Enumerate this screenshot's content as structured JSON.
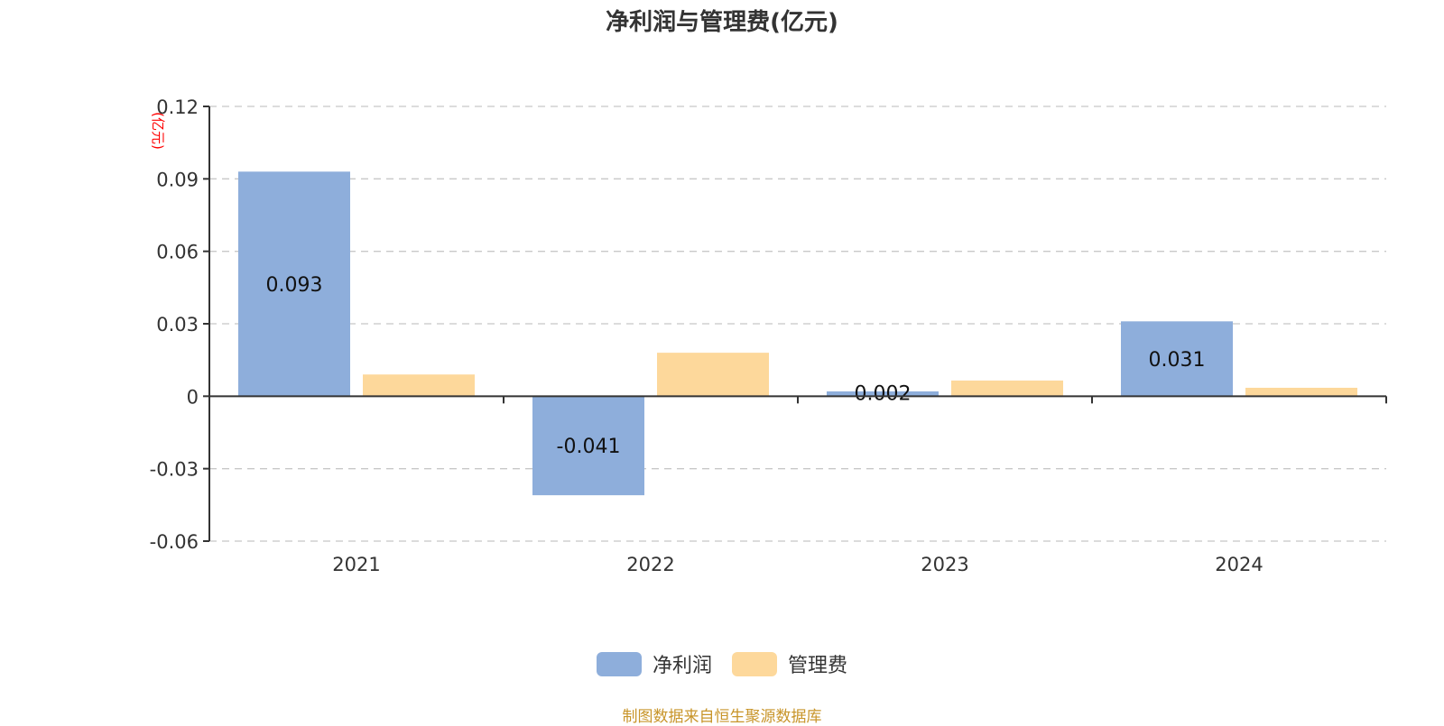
{
  "title": "净利润与管理费(亿元)",
  "source_note": "制图数据来自恒生聚源数据库",
  "colors": {
    "net_profit": "#8eaedb",
    "admin_fee": "#fdd89b",
    "unit_label": "#ff0000",
    "source_note": "#c8952a"
  },
  "legend": [
    {
      "name": "净利润",
      "color": "#8eaedb"
    },
    {
      "name": "管理费",
      "color": "#fdd89b"
    }
  ],
  "chart_data": {
    "type": "bar",
    "title": "净利润与管理费(亿元)",
    "xlabel": "",
    "ylabel": "(亿元)",
    "categories": [
      "2021",
      "2022",
      "2023",
      "2024"
    ],
    "series": [
      {
        "name": "净利润",
        "values": [
          0.093,
          -0.041,
          0.002,
          0.031
        ],
        "labels": [
          "0.093",
          "-0.041",
          "0.002",
          "0.031"
        ]
      },
      {
        "name": "管理费",
        "values": [
          0.009,
          0.018,
          0.0065,
          0.0035
        ],
        "labels": [
          "",
          "",
          "",
          ""
        ]
      }
    ],
    "ylim": [
      -0.06,
      0.12
    ],
    "yticks": [
      -0.06,
      -0.03,
      0,
      0.03,
      0.06,
      0.09,
      0.12
    ],
    "ytick_labels": [
      "-0.06",
      "-0.03",
      "0",
      "0.03",
      "0.06",
      "0.09",
      "0.12"
    ],
    "grid": true,
    "legend_position": "bottom-center"
  }
}
